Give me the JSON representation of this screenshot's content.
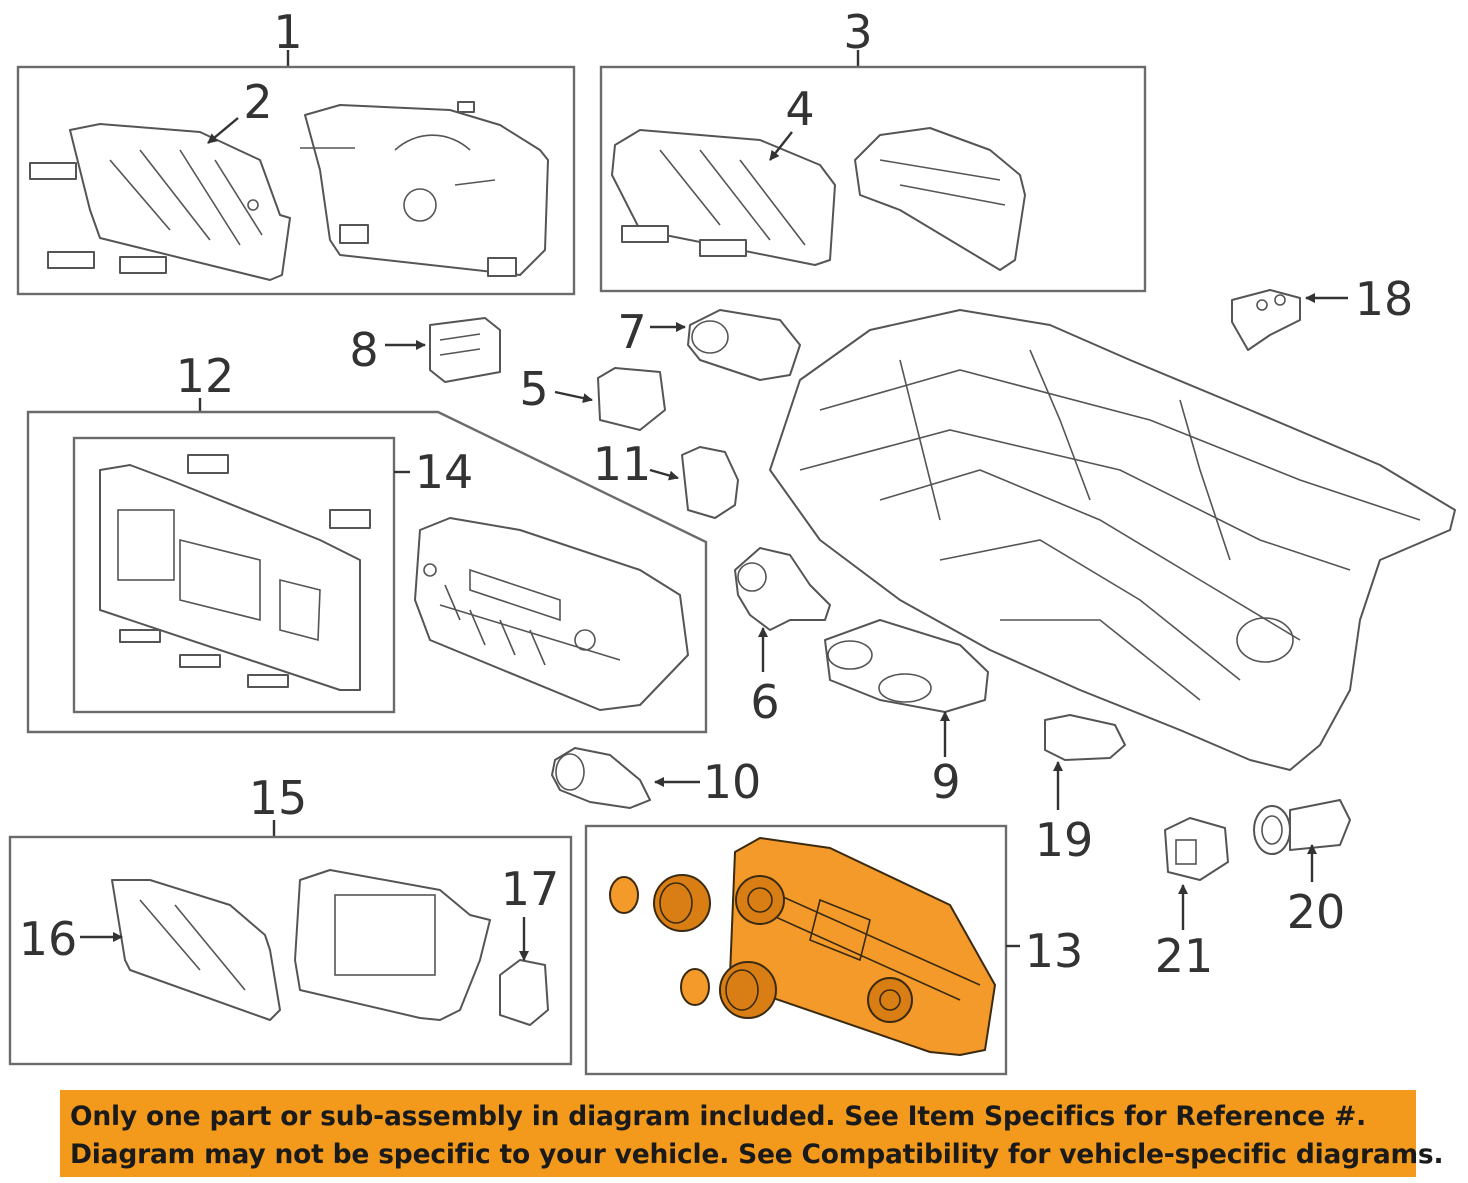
{
  "diagram": {
    "callouts": [
      "1",
      "2",
      "3",
      "4",
      "5",
      "6",
      "7",
      "8",
      "9",
      "10",
      "11",
      "12",
      "13",
      "14",
      "15",
      "16",
      "17",
      "18",
      "19",
      "20",
      "21"
    ],
    "highlighted_part": "13",
    "highlight_color": "#f39a2a"
  },
  "notice": {
    "line1": "Only one part or sub-assembly in diagram included. See Item Specifics for Reference #.",
    "line2": "Diagram may not be specific to your vehicle. See Compatibility for vehicle-specific diagrams.",
    "background": "#f39a1c"
  }
}
